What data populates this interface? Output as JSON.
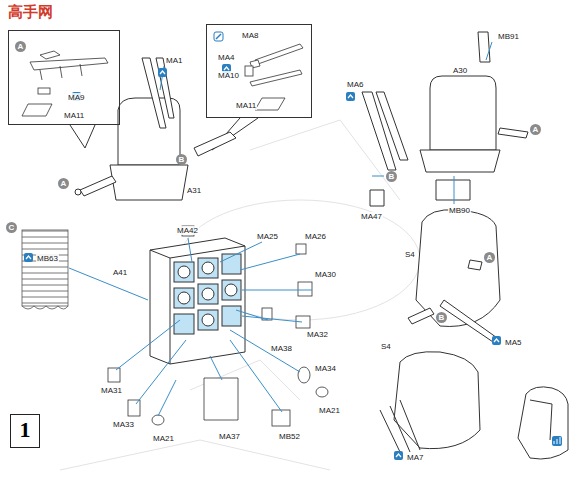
{
  "diagram": {
    "nodes": [
      {
        "text": [
          "A",
          "MA9",
          "MA11"
        ]
      },
      {
        "text": [
          "MA8",
          "MA4",
          "MA10",
          "MA11"
        ]
      },
      {
        "text": [
          "1"
        ]
      }
    ],
    "labels": [
      "高手网",
      "MA1",
      "A31",
      "A",
      "B",
      "MB91",
      "MA6",
      "A30",
      "A",
      "MA47",
      "B",
      "MB90",
      "C",
      "MB63",
      "MA42",
      "MA25",
      "MA26",
      "A41",
      "MA30",
      "MA32",
      "MA38",
      "MA34",
      "MA21",
      "MA31",
      "MA33",
      "MA21",
      "MA37",
      "MB52",
      "S4",
      "A",
      "B",
      "MA5",
      "S4",
      "MA7"
    ]
  }
}
